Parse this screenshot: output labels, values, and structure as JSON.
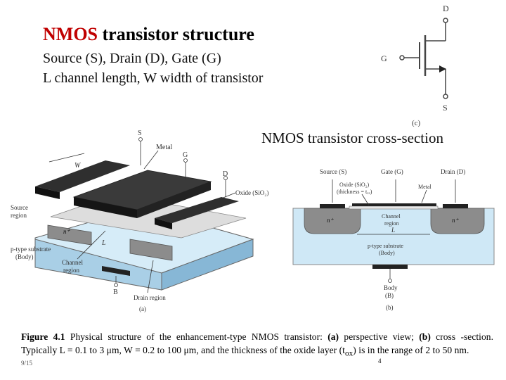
{
  "slide": {
    "title_highlight": "NMOS",
    "title_rest": " transistor structure",
    "subtitle_1": "Source (S), Drain (D), Gate (G)",
    "subtitle_2": "L channel length, W width of transistor",
    "cross_section_title": "NMOS transistor cross-section",
    "caption": {
      "figure_label": "Figure 4.1",
      "text_1": "  Physical structure of the enhancement-type NMOS transistor: ",
      "part_a": "(a)",
      "text_2": " perspective view; ",
      "part_b": "(b)",
      "text_3": " cross -section. Typically L = 0.1 to 3 μm, W = 0.2 to 100 μm, and the thickness of the oxide layer (t",
      "subscript": "ox",
      "text_4": ") is in the range of 2 to 50 nm."
    },
    "page_number": "4",
    "date": "9/15"
  },
  "symbol": {
    "label_d": "D",
    "label_g": "G",
    "label_s": "S",
    "label_c": "(c)"
  },
  "perspective": {
    "label_s": "S",
    "label_g": "G",
    "label_d": "D",
    "label_b": "B",
    "metal": "Metal",
    "w": "W",
    "l": "L",
    "oxide": "Oxide (SiO₂)",
    "source_region_1": "Source",
    "source_region_2": "region",
    "substrate_1": "p-type substrate",
    "substrate_2": "(Body)",
    "channel_1": "Channel",
    "channel_2": "region",
    "n_plus": "n⁺",
    "drain_region": "Drain region",
    "fig_a": "(a)"
  },
  "cross_section": {
    "source": "Source (S)",
    "gate": "Gate (G)",
    "drain": "Drain (D)",
    "oxide_1": "Oxide (SiO₂)",
    "oxide_2": "(thickness = tₒₓ)",
    "metal": "Metal",
    "channel_1": "Channel",
    "channel_2": "region",
    "l": "L",
    "n_plus": "n⁺",
    "substrate_1": "p-type substrate",
    "substrate_2": "(Body)",
    "body_1": "Body",
    "body_2": "(B)",
    "fig_b": "(b)"
  },
  "colors": {
    "title_highlight": "#c00000",
    "substrate_light": "#cfe8f6",
    "n_region": "#8c8c8c",
    "metal_dark": "#2b2b2b"
  }
}
